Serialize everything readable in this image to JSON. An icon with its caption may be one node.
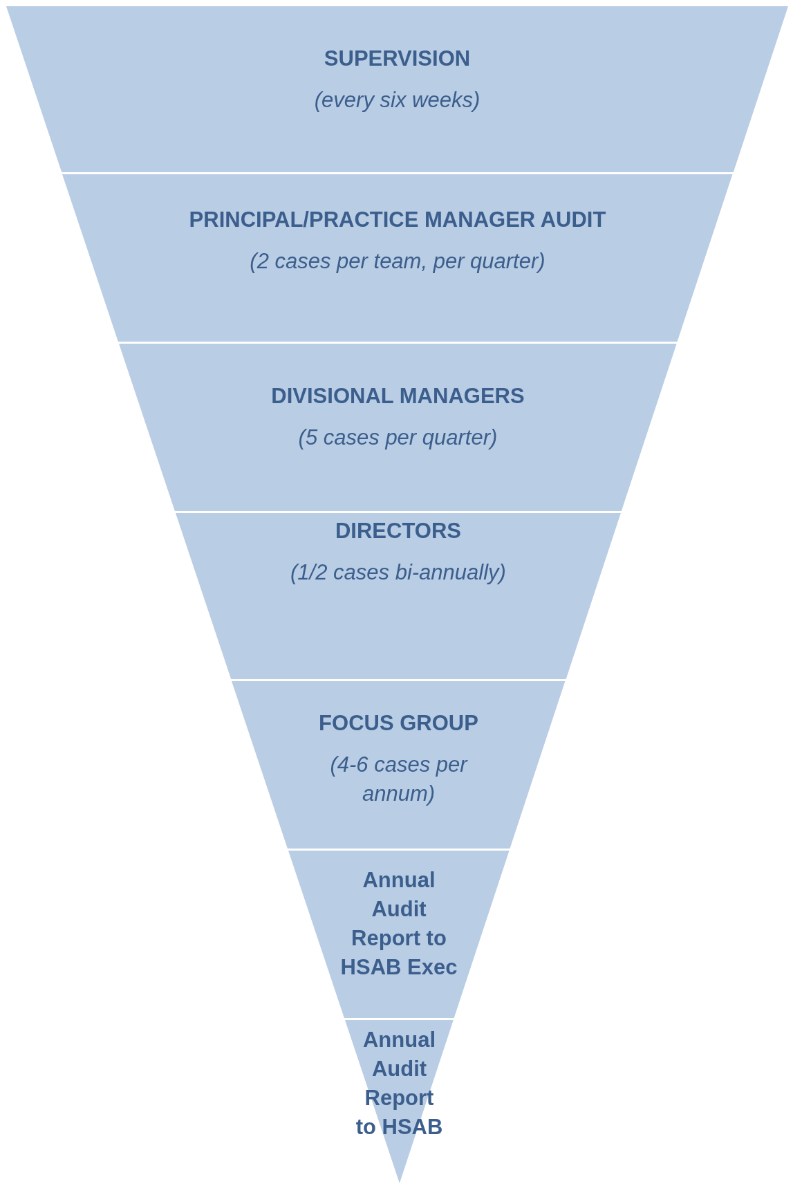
{
  "diagram": {
    "nodes": [
      {
        "text": [
          "SUPERVISION",
          "(every six weeks)"
        ]
      },
      {
        "text": [
          "PRINCIPAL/PRACTICE MANAGER AUDIT",
          "(2 cases per team, per quarter)"
        ]
      },
      {
        "text": [
          "DIVISIONAL MANAGERS",
          "(5 cases per quarter)"
        ]
      },
      {
        "text": [
          "DIRECTORS",
          "(1/2 cases bi-annually)"
        ]
      },
      {
        "text": [
          "FOCUS GROUP",
          "(4-6 cases per annum)"
        ]
      },
      {
        "text": [
          "Annual Audit Report to HSAB Exec"
        ]
      },
      {
        "text": [
          "Annual Audit Report to HSAB"
        ]
      }
    ]
  }
}
